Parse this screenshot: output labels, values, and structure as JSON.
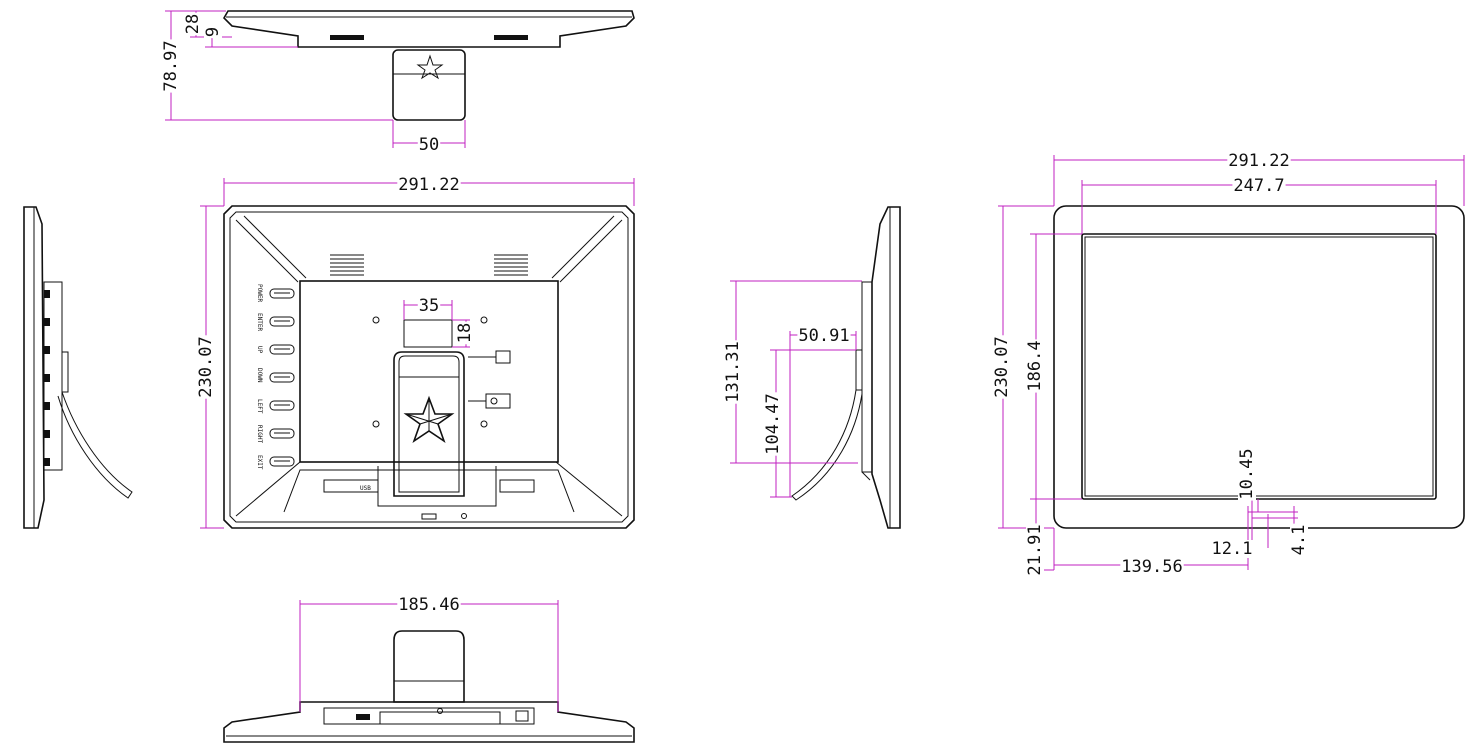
{
  "dimensions": {
    "top_view": {
      "depth": "78.97",
      "frame": "28",
      "bezel": "9",
      "stand_width": "50"
    },
    "back_view": {
      "width": "291.22",
      "height": "230.07",
      "mount_w": "35",
      "mount_h": "18"
    },
    "side_view": {
      "stand_height": "131.31",
      "stand_depth": "50.91",
      "hinge_height": "104.47"
    },
    "front_view": {
      "width": "291.22",
      "screen_width": "247.7",
      "height": "230.07",
      "screen_height": "186.4",
      "bottom_border": "21.91",
      "connector_offset": "139.56",
      "connector_w": "12.1",
      "connector_h": "4.1",
      "connector_gap": "10.45"
    },
    "bottom_view": {
      "width": "185.46"
    }
  },
  "buttons": [
    "POWER",
    "ENTER",
    "UP",
    "DOWN",
    "LEFT",
    "RIGHT",
    "EXIT"
  ],
  "ports": {
    "usb": "USB"
  },
  "colors": {
    "dimension_line": "#c020c0",
    "outline": "#111111"
  }
}
